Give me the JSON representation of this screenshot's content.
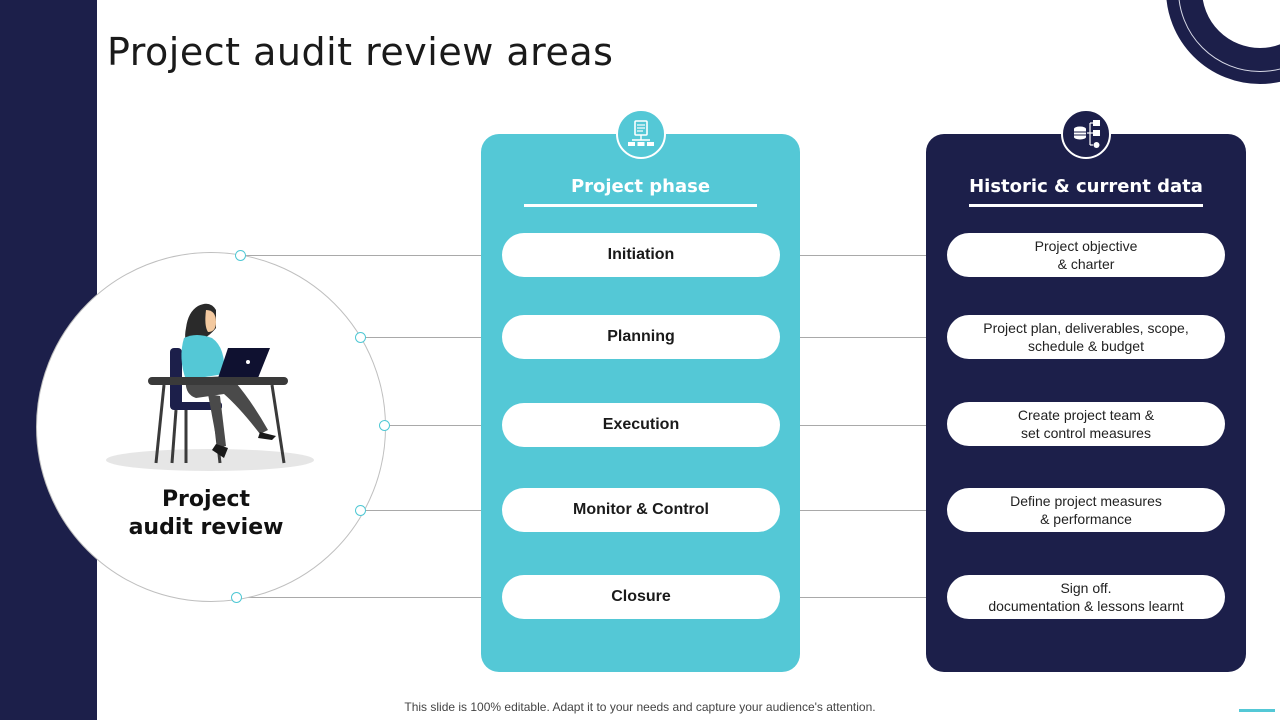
{
  "slide": {
    "title": "Project audit review areas",
    "footer": "This slide is 100% editable. Adapt it to your needs and capture your audience's attention."
  },
  "center": {
    "label": "Project\naudit review",
    "illustration": "woman-at-laptop-desk"
  },
  "phase_panel": {
    "title": "Project phase",
    "icon": "flowchart-clipboard-icon",
    "items": [
      "Initiation",
      "Planning",
      "Execution",
      "Monitor & Control",
      "Closure"
    ]
  },
  "data_panel": {
    "title": "Historic & current data",
    "icon": "database-hierarchy-icon",
    "items": [
      "Project objective\n& charter",
      "Project plan, deliverables, scope,\nschedule & budget",
      "Create project team &\nset control measures",
      "Define project measures\n& performance",
      "Sign off.\ndocumentation & lessons learnt"
    ]
  },
  "colors": {
    "navy": "#1c1f4a",
    "teal": "#54c8d6",
    "white": "#ffffff"
  }
}
